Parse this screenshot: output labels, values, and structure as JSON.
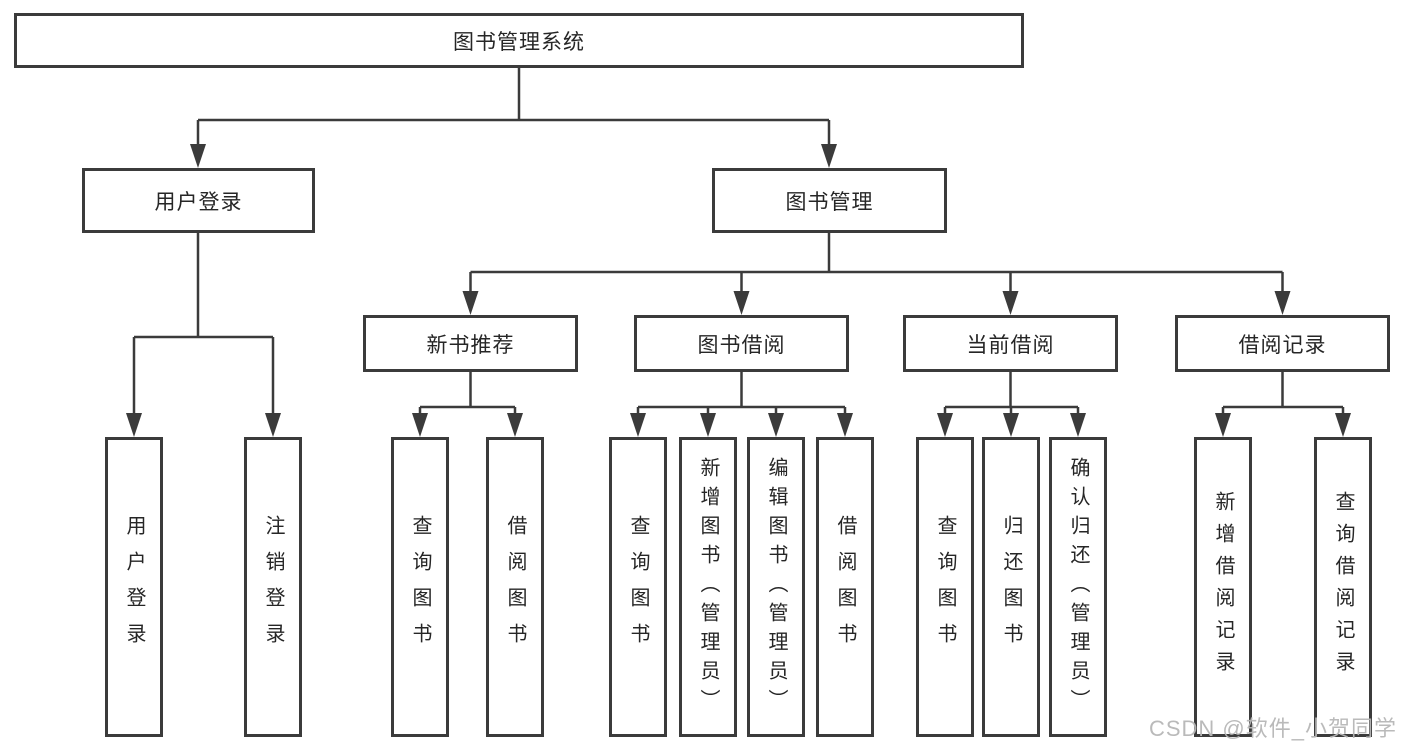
{
  "root": {
    "label": "图书管理系统"
  },
  "branches": [
    {
      "label": "用户登录",
      "leaves": [
        {
          "label": "用户登录"
        },
        {
          "label": "注销登录"
        }
      ]
    },
    {
      "label": "图书管理",
      "groups": [
        {
          "label": "新书推荐",
          "leaves": [
            {
              "label": "查询图书"
            },
            {
              "label": "借阅图书"
            }
          ]
        },
        {
          "label": "图书借阅",
          "leaves": [
            {
              "label": "查询图书"
            },
            {
              "label": "新增图书（管理员）"
            },
            {
              "label": "编辑图书（管理员）"
            },
            {
              "label": "借阅图书"
            }
          ]
        },
        {
          "label": "当前借阅",
          "leaves": [
            {
              "label": "查询图书"
            },
            {
              "label": "归还图书"
            },
            {
              "label": "确认归还（管理员）"
            }
          ]
        },
        {
          "label": "借阅记录",
          "leaves": [
            {
              "label": "新增借阅记录"
            },
            {
              "label": "查询借阅记录"
            }
          ]
        }
      ]
    }
  ],
  "watermark": "CSDN @软件_小贺同学",
  "colors": {
    "line": "#3b3b3b",
    "text": "#262626",
    "background": "#ffffff",
    "watermark": "#b6b6b6"
  }
}
